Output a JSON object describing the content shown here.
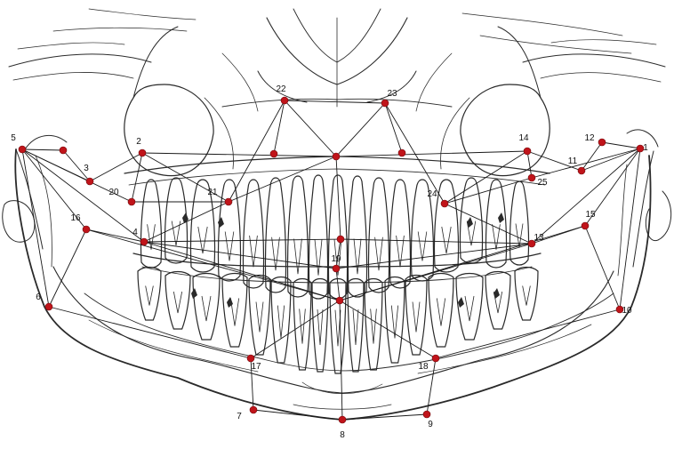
{
  "figure": {
    "landmarks": [
      {
        "label": "1"
      },
      {
        "label": "2"
      },
      {
        "label": "3"
      },
      {
        "label": "4"
      },
      {
        "label": "5"
      },
      {
        "label": "6"
      },
      {
        "label": "7"
      },
      {
        "label": "8"
      },
      {
        "label": "9"
      },
      {
        "label": "10"
      },
      {
        "label": "11"
      },
      {
        "label": "12"
      },
      {
        "label": "13"
      },
      {
        "label": "14"
      },
      {
        "label": "15"
      },
      {
        "label": "16"
      },
      {
        "label": "17"
      },
      {
        "label": "18"
      },
      {
        "label": "19"
      },
      {
        "label": "20"
      },
      {
        "label": "21"
      },
      {
        "label": "22"
      },
      {
        "label": "23"
      },
      {
        "label": "24"
      },
      {
        "label": "25"
      }
    ],
    "colors": {
      "point": "#c0141a",
      "line": "#1a1a1a",
      "sketch": "#2a2a2a",
      "label": "#111111",
      "background": "#ffffff"
    }
  }
}
